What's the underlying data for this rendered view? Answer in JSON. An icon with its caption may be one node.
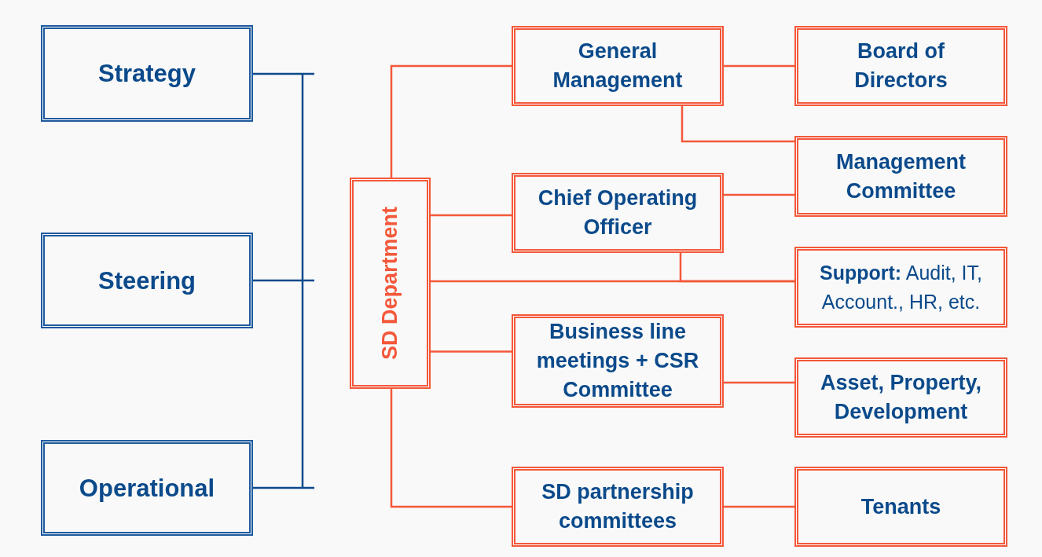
{
  "diagram": {
    "nodes": [
      {
        "text": [
          "Strategy"
        ]
      },
      {
        "text": [
          "Steering"
        ]
      },
      {
        "text": [
          "Operational"
        ]
      },
      {
        "text": [
          "SD Department"
        ]
      },
      {
        "text": [
          "General Management"
        ]
      },
      {
        "text": [
          "Board of Directors"
        ]
      },
      {
        "text": [
          "Chief Operating Officer"
        ]
      },
      {
        "text": [
          "Management Committee"
        ]
      },
      {
        "text": [
          "**Support:** Audit, IT, Account., HR, etc."
        ]
      },
      {
        "text": [
          "Business line meetings + CSR Committee"
        ]
      },
      {
        "text": [
          "Asset, Property, Development"
        ]
      },
      {
        "text": [
          "SD partnership committees"
        ]
      },
      {
        "text": [
          "Tenants"
        ]
      }
    ],
    "edges": [
      {
        "from": 3,
        "to": 4,
        "arrow": "none"
      },
      {
        "from": 3,
        "to": 6,
        "arrow": "none"
      },
      {
        "from": 3,
        "to": 8,
        "arrow": "none"
      },
      {
        "from": 3,
        "to": 9,
        "arrow": "none"
      },
      {
        "from": 3,
        "to": 11,
        "arrow": "none"
      },
      {
        "from": 4,
        "to": 5,
        "arrow": "none"
      },
      {
        "from": 4,
        "to": 7,
        "arrow": "none"
      },
      {
        "from": 6,
        "to": 7,
        "arrow": "none"
      },
      {
        "from": 6,
        "to": 8,
        "arrow": "none"
      },
      {
        "from": 9,
        "to": 10,
        "arrow": "none"
      },
      {
        "from": 11,
        "to": 12,
        "arrow": "none"
      }
    ]
  }
}
